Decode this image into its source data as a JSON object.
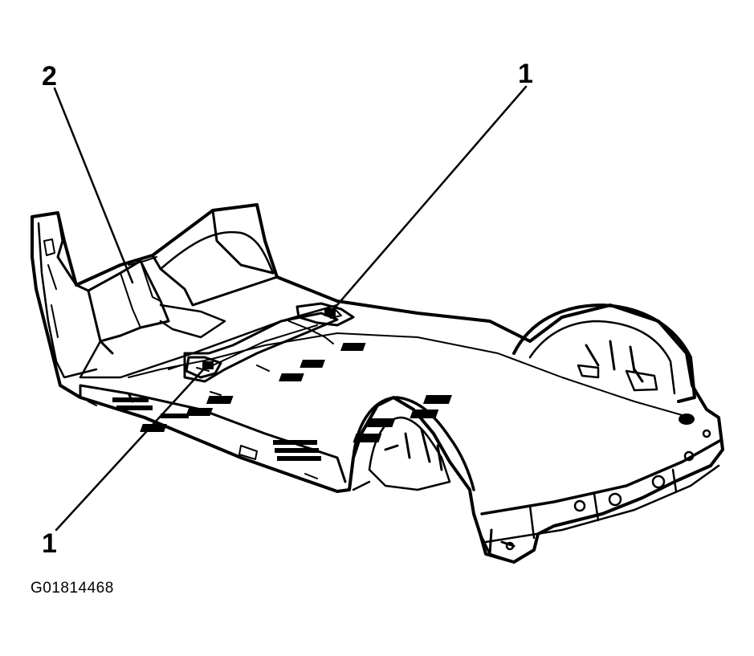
{
  "figure": {
    "code": "G01814468"
  },
  "callouts": [
    {
      "id": "callout-1-top",
      "label": "1"
    },
    {
      "id": "callout-2",
      "label": "2"
    },
    {
      "id": "callout-1-bottom",
      "label": "1"
    }
  ],
  "colors": {
    "ink": "#000000",
    "paper": "#ffffff"
  }
}
